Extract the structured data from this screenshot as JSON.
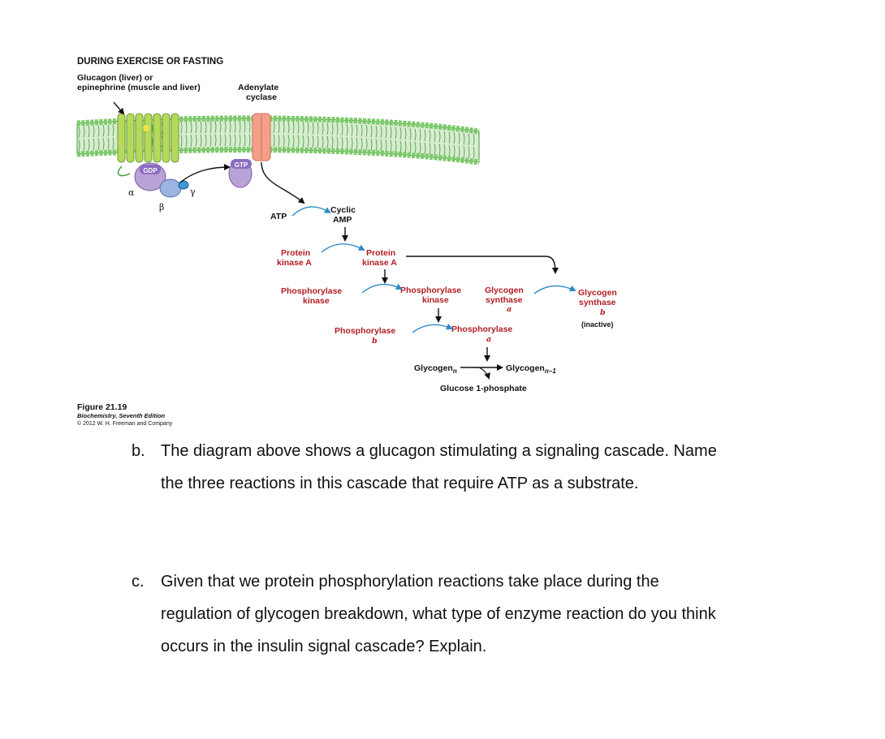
{
  "figure": {
    "heading": "DURING EXERCISE OR FASTING",
    "hormone_line1": "Glucagon (liver) or",
    "hormone_line2": "epinephrine (muscle and liver)",
    "adenylate_line1": "Adenylate",
    "adenylate_line2": "cyclase",
    "gdp": "GDP",
    "gtp": "GTP",
    "alpha": "α",
    "beta": "β",
    "gamma": "γ",
    "atp": "ATP",
    "camp_line1": "Cyclic",
    "camp_line2": "AMP",
    "pka_in_line1": "Protein",
    "pka_in_line2": "kinase A",
    "pka_act_line1": "Protein",
    "pka_act_line2": "kinase A",
    "phk_in_line1": "Phosphorylase",
    "phk_in_line2": "kinase",
    "phk_act_line1": "Phosphorylase",
    "phk_act_line2": "kinase",
    "gs_a_line1": "Glycogen",
    "gs_a_line2": "synthase",
    "gs_a_letter": "a",
    "gs_b_line1": "Glycogen",
    "gs_b_line2": "synthase",
    "gs_b_letter": "b",
    "gs_b_state": "(inactive)",
    "phos_b": "Phosphorylase",
    "phos_b_letter": "b",
    "phos_a": "Phosphorylase",
    "phos_a_letter": "a",
    "glycogen_n": "Glycogen",
    "glycogen_n_sub": "n",
    "glycogen_n1": "Glycogen",
    "glycogen_n1_sub": "n−1",
    "g1p": "Glucose 1-phosphate",
    "caption_title": "Figure 21.19",
    "caption_book": "Biochemistry, Seventh Edition",
    "caption_copy": "© 2012 W. H. Freeman and Company"
  },
  "questions": {
    "b": {
      "letter": "b.",
      "line1": "The diagram above shows a glucagon stimulating a signaling cascade. Name",
      "line2": "the three reactions in this cascade that require ATP as a substrate."
    },
    "c": {
      "letter": "c.",
      "line1": "Given that we protein phosphorylation reactions take place during the",
      "line2": "regulation of glycogen breakdown, what type of enzyme reaction do you think",
      "line3": "occurs in the insulin signal cascade? Explain."
    }
  },
  "colors": {
    "membrane_head": "#7dc96a",
    "membrane_dark": "#3f9a3a",
    "membrane_tail": "#d8ecd0",
    "receptor": "#b5d95a",
    "cyclase": "#f2a08a",
    "cyclase_dark": "#d86a55",
    "g_alpha": "#b9a2d6",
    "g_alpha_dark": "#7a5aa8",
    "g_beta": "#9db4e2",
    "g_gamma": "#3c9ad8",
    "arc": "#2a8ac8",
    "gdp_fill": "#8a6cc0",
    "label": "#111111"
  }
}
